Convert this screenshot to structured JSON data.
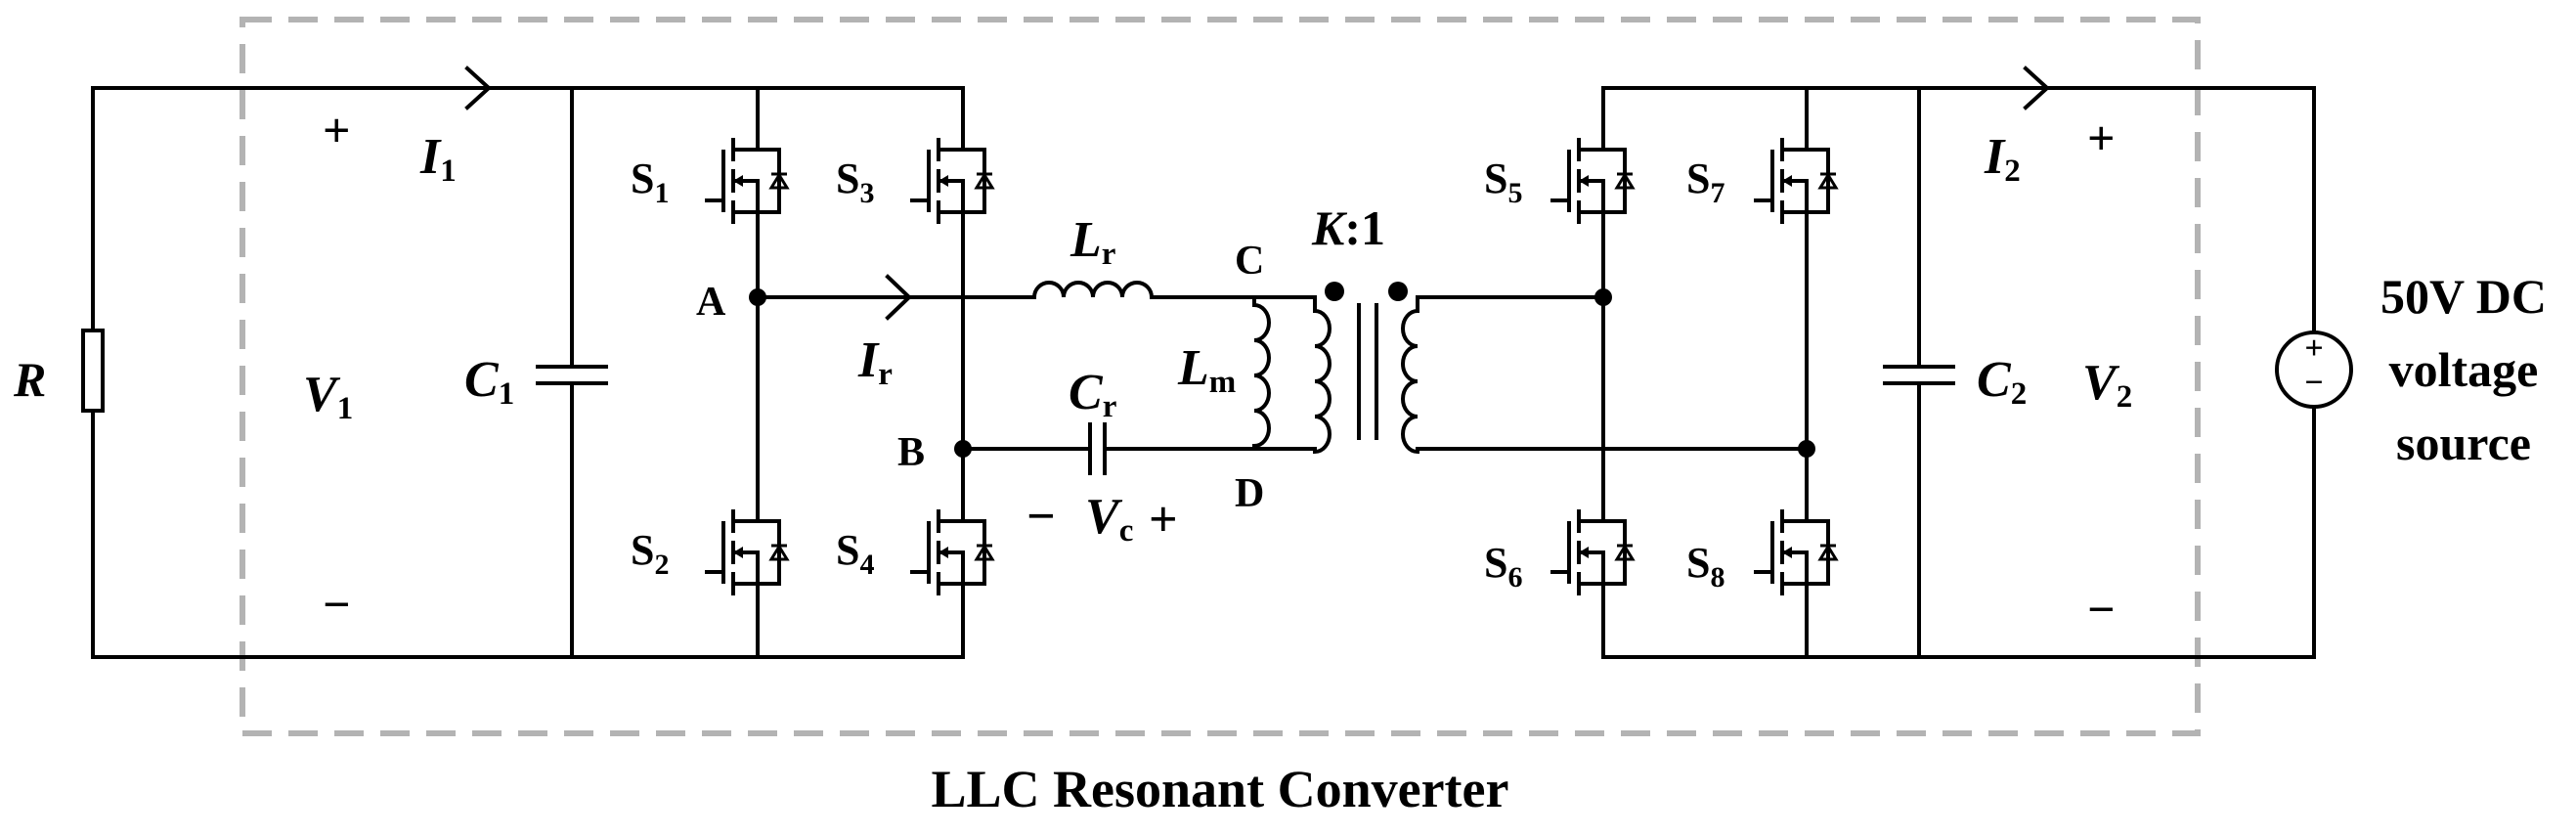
{
  "caption": "LLC Resonant Converter",
  "source_label": [
    "50V DC",
    "voltage",
    "source"
  ],
  "labels": {
    "R": "R",
    "V1": "V",
    "V1_sub": "1",
    "I1": "I",
    "I1_sub": "1",
    "C1": "C",
    "C1_sub": "1",
    "plus": "+",
    "minus": "−",
    "S1": "S",
    "S1_sub": "1",
    "S2": "S",
    "S2_sub": "2",
    "S3": "S",
    "S3_sub": "3",
    "S4": "S",
    "S4_sub": "4",
    "S5": "S",
    "S5_sub": "5",
    "S6": "S",
    "S6_sub": "6",
    "S7": "S",
    "S7_sub": "7",
    "S8": "S",
    "S8_sub": "8",
    "A": "A",
    "B": "B",
    "C": "C",
    "D": "D",
    "Ir": "I",
    "Ir_sub": "r",
    "Lr": "L",
    "Lr_sub": "r",
    "Lm": "L",
    "Lm_sub": "m",
    "Cr": "C",
    "Cr_sub": "r",
    "Vc": "V",
    "Vc_sub": "c",
    "K": "K",
    "K_ratio": ":1",
    "I2": "I",
    "I2_sub": "2",
    "C2": "C",
    "C2_sub": "2",
    "V2": "V",
    "V2_sub": "2",
    "src_plus": "+",
    "src_minus": "−"
  }
}
